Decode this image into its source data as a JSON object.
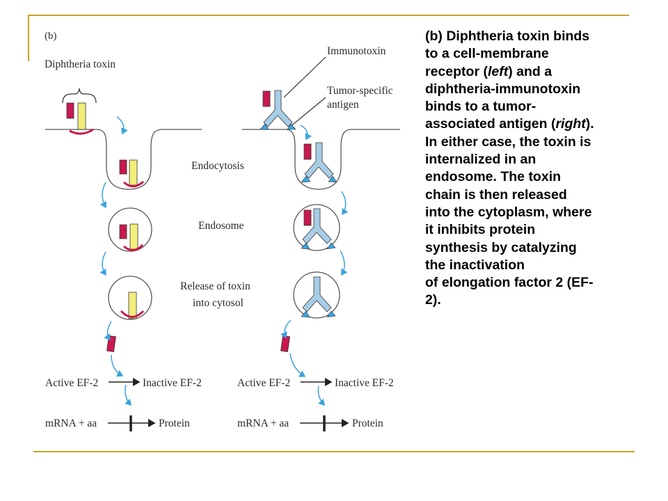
{
  "colors": {
    "accent_rule": "#c9a227",
    "toxin_a_chain": "#c8194f",
    "toxin_b_chain": "#f2ee7a",
    "antibody": "#a8cde6",
    "arrow": "#3aa3dd",
    "membrane": "#555555"
  },
  "figure": {
    "panel_label": "(b)",
    "left": {
      "toxin_label": "Diphtheria toxin"
    },
    "right": {
      "immunotoxin_label": "Immunotoxin",
      "antigen_label_line1": "Tumor-specific",
      "antigen_label_line2": "antigen"
    },
    "stages": {
      "endocytosis": "Endocytosis",
      "endosome": "Endosome",
      "release_line1": "Release of toxin",
      "release_line2": "into cytosol"
    },
    "pathway": {
      "active": "Active EF-2",
      "inactive": "Inactive EF-2",
      "substrate": "mRNA + aa",
      "product": "Protein"
    }
  },
  "caption": {
    "lines": [
      [
        "(b) Diphtheria toxin binds"
      ],
      [
        "to a cell-membrane"
      ],
      [
        "receptor (",
        {
          "i": "left"
        },
        ") and a"
      ],
      [
        "diphtheria-immunotoxin"
      ],
      [
        "binds to a tumor-"
      ],
      [
        "associated antigen (",
        {
          "i": "right"
        },
        ")."
      ],
      [
        "In either case, the toxin is"
      ],
      [
        "internalized in an"
      ],
      [
        "endosome. The toxin"
      ],
      [
        "chain is then released"
      ],
      [
        "into the cytoplasm, where"
      ],
      [
        "it inhibits protein"
      ],
      [
        "synthesis by catalyzing"
      ],
      [
        "the inactivation"
      ],
      [
        "of elongation factor 2 (EF-"
      ],
      [
        "2)."
      ]
    ]
  }
}
